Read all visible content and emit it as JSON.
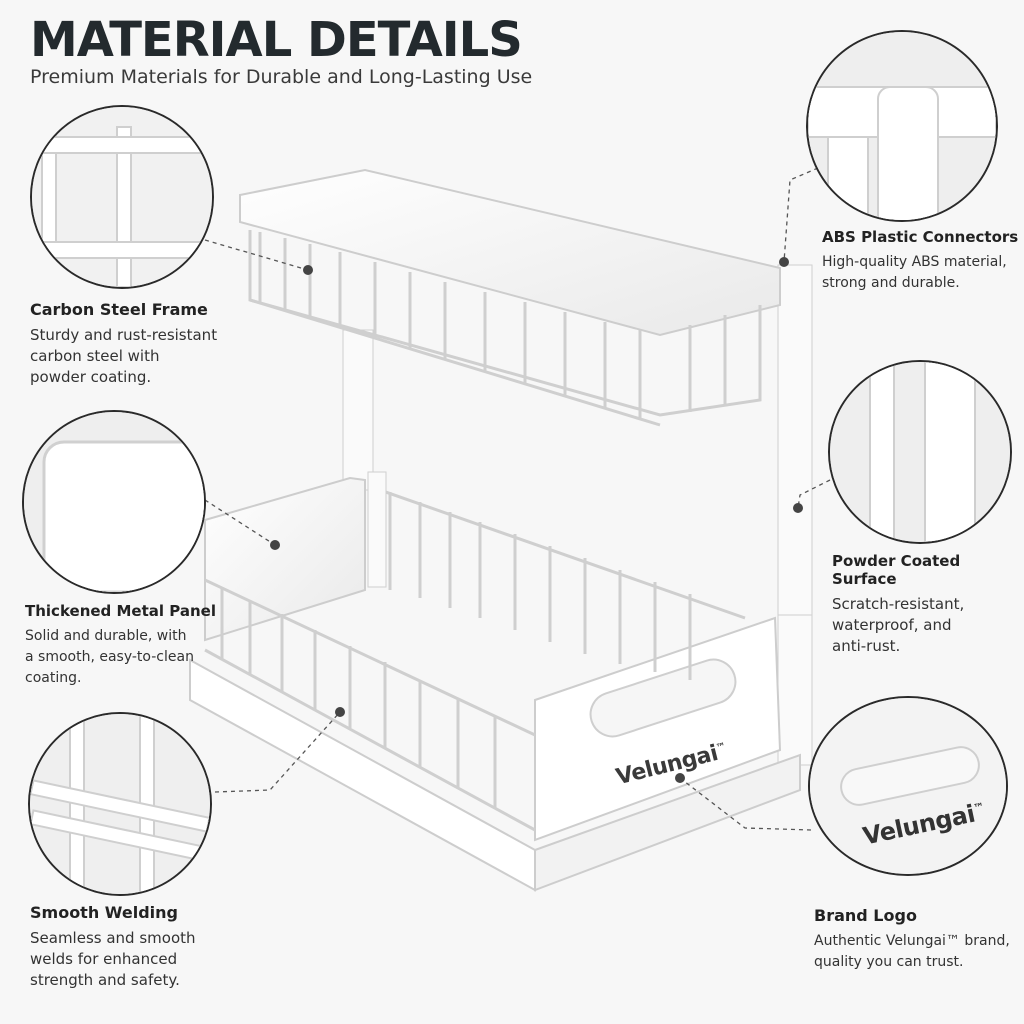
{
  "header": {
    "title": "MATERIAL DETAILS",
    "subtitle": "Premium Materials for Durable and Long-Lasting Use"
  },
  "brand": {
    "logo_text": "Velungai",
    "trademark": "™"
  },
  "features": [
    {
      "title": "Carbon Steel Frame",
      "lines": [
        "Sturdy and rust-resistant",
        "carbon steel with",
        "powder coating."
      ]
    },
    {
      "title": "Thickened Metal Panel",
      "lines": [
        "Solid and durable, with",
        "a smooth, easy-to-clean",
        "coating."
      ]
    },
    {
      "title": "Smooth Welding",
      "lines": [
        "Seamless and smooth",
        "welds for enhanced",
        "strength and safety."
      ]
    },
    {
      "title": "ABS Plastic Connectors",
      "lines": [
        "High-quality ABS material,",
        "strong and durable."
      ]
    },
    {
      "title": "Powder Coated Surface",
      "lines": [
        "Scratch-resistant,",
        "waterproof, and",
        "anti-rust."
      ]
    },
    {
      "title": "Brand Logo",
      "lines": [
        "Authentic Velungai™ brand,",
        "quality you can trust."
      ]
    }
  ],
  "colors": {
    "background": "#f7f7f7",
    "product": "#ffffff",
    "outline": "#c9c9c9",
    "text": "#2b2b2b"
  }
}
